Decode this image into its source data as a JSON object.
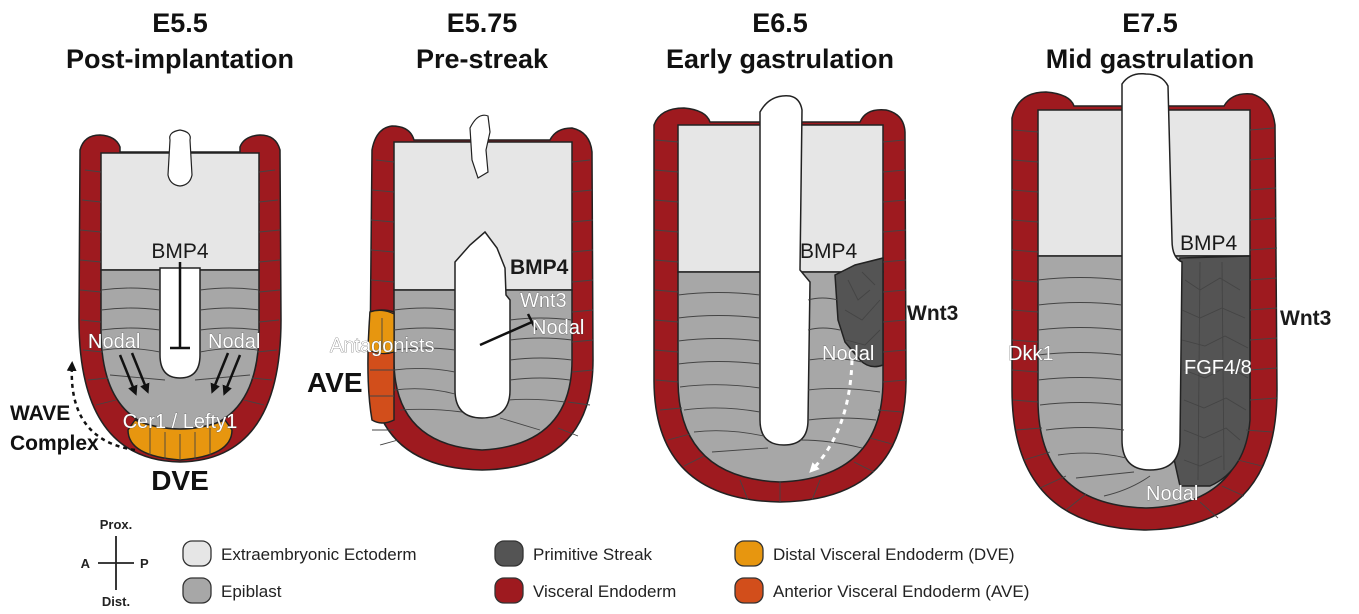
{
  "stages": [
    {
      "stage": "E5.5",
      "name": "Post-implantation"
    },
    {
      "stage": "E5.75",
      "name": "Pre-streak"
    },
    {
      "stage": "E6.5",
      "name": "Early gastrulation"
    },
    {
      "stage": "E7.5",
      "name": "Mid gastrulation"
    }
  ],
  "labels": {
    "e55": {
      "bmp4": "BMP4",
      "nodal_left": "Nodal",
      "nodal_right": "Nodal",
      "cer1_lefty1": "Cer1 / Lefty1",
      "wave": "WAVE",
      "complex": "Complex",
      "dve": "DVE"
    },
    "e575": {
      "bmp4": "BMP4",
      "wnt3": "Wnt3",
      "nodal": "Nodal",
      "antagonists": "Antagonists",
      "ave": "AVE"
    },
    "e65": {
      "bmp4": "BMP4",
      "wnt3": "Wnt3",
      "nodal": "Nodal"
    },
    "e75": {
      "bmp4": "BMP4",
      "wnt3": "Wnt3",
      "dkk1": "Dkk1",
      "fgf": "FGF4/8",
      "nodal": "Nodal"
    }
  },
  "axes": {
    "prox": "Prox.",
    "dist": "Dist.",
    "a": "A",
    "p": "P"
  },
  "legend": [
    {
      "label": "Extraembryonic Ectoderm",
      "color": "#e6e6e6"
    },
    {
      "label": "Epiblast",
      "color": "#a7a7a7"
    },
    {
      "label": "Primitive Streak",
      "color": "#545454"
    },
    {
      "label": "Visceral Endoderm",
      "color": "#9e1a1f"
    },
    {
      "label": "Distal Visceral Endoderm (DVE)",
      "color": "#e7960f"
    },
    {
      "label": "Anterior Visceral Endoderm (AVE)",
      "color": "#d24e1b"
    }
  ]
}
